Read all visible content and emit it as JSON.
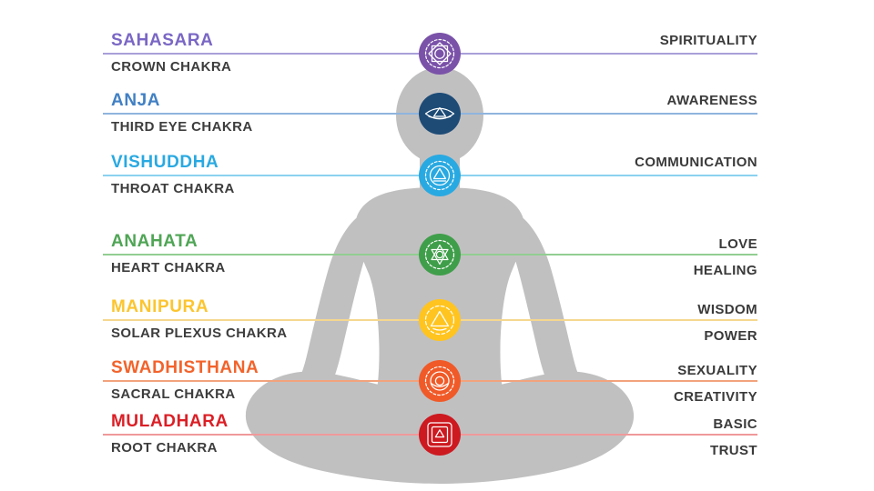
{
  "background": "#ffffff",
  "figure": {
    "label": "meditating person silhouette in lotus pose",
    "color": "#c1c0c1"
  },
  "text_color": "#3d3d3d",
  "chakras": [
    {
      "sanskrit": "SAHASARA",
      "common": "CROWN CHAKRA",
      "keyword_top": "SPIRITUALITY",
      "keyword_bottom": "",
      "color": "#7a67c5",
      "icon_color": "#7a52a8",
      "line_color": "#a99fd8",
      "icon": "crown-chakra-icon"
    },
    {
      "sanskrit": "ANJA",
      "common": "THIRD EYE CHAKRA",
      "keyword_top": "AWARENESS",
      "keyword_bottom": "",
      "color": "#4180c4",
      "icon_color": "#1d4b76",
      "line_color": "#8fb4de",
      "icon": "third-eye-chakra-icon"
    },
    {
      "sanskrit": "VISHUDDHA",
      "common": "THROAT CHAKRA",
      "keyword_top": "COMMUNICATION",
      "keyword_bottom": "",
      "color": "#29a9e1",
      "icon_color": "#29a9e1",
      "line_color": "#8bd2f0",
      "icon": "throat-chakra-icon"
    },
    {
      "sanskrit": "ANAHATA",
      "common": "HEART CHAKRA",
      "keyword_top": "LOVE",
      "keyword_bottom": "HEALING",
      "color": "#4fa555",
      "icon_color": "#3f9e4a",
      "line_color": "#92cd92",
      "icon": "heart-chakra-icon"
    },
    {
      "sanskrit": "MANIPURA",
      "common": "SOLAR PLEXUS CHAKRA",
      "keyword_top": "WISDOM",
      "keyword_bottom": "POWER",
      "color": "#fcc52f",
      "icon_color": "#ffc41f",
      "line_color": "#f5d78e",
      "icon": "solar-plexus-chakra-icon"
    },
    {
      "sanskrit": "SWADHISTHANA",
      "common": "SACRAL CHAKRA",
      "keyword_top": "SEXUALITY",
      "keyword_bottom": "CREATIVITY",
      "color": "#f2632b",
      "icon_color": "#f05a28",
      "line_color": "#f2a37c",
      "icon": "sacral-chakra-icon"
    },
    {
      "sanskrit": "MULADHARA",
      "common": "ROOT CHAKRA",
      "keyword_top": "BASIC",
      "keyword_bottom": "TRUST",
      "color": "#db1f26",
      "icon_color": "#cd1920",
      "line_color": "#f0999b",
      "icon": "root-chakra-icon"
    }
  ]
}
